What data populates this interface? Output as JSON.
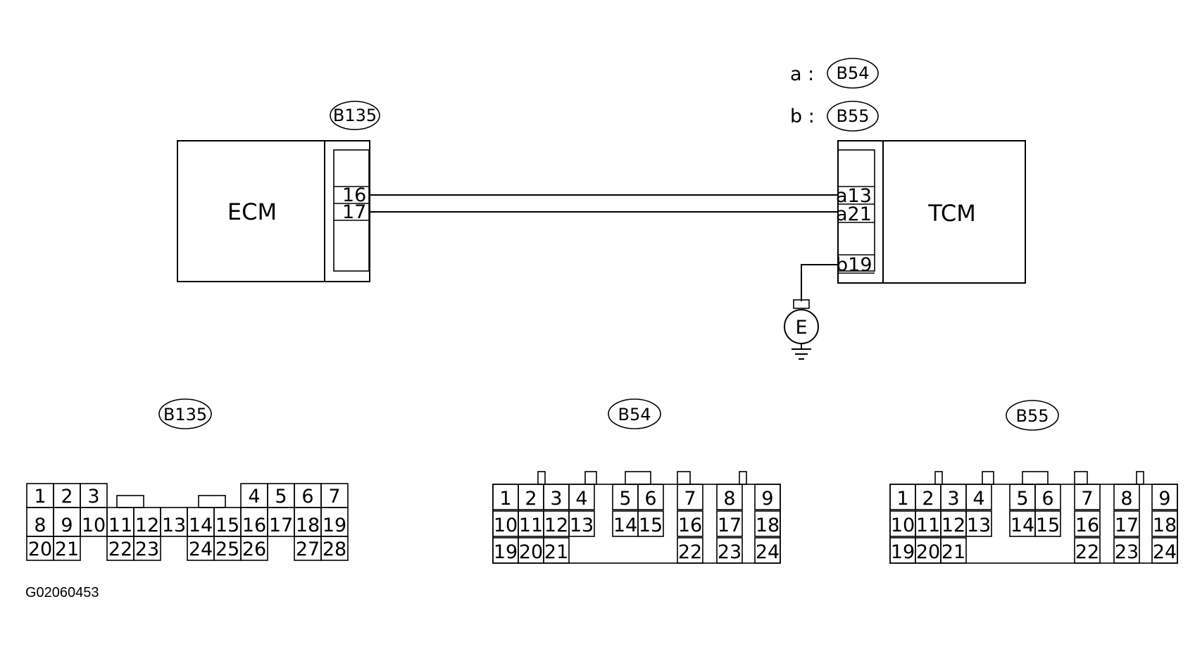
{
  "wiring": {
    "ecm_label": "ECM",
    "tcm_label": "TCM",
    "ecm_connector_tag": "B135",
    "tcm_tag_a_prefix": "a :",
    "tcm_tag_a": "B54",
    "tcm_tag_b_prefix": "b :",
    "tcm_tag_b": "B55",
    "ecm_pins": [
      "16",
      "17"
    ],
    "tcm_pins": [
      "a13",
      "a21",
      "b19"
    ],
    "ground_label": "E"
  },
  "connectors": [
    {
      "tag": "B135",
      "rows": [
        [
          "1",
          "2",
          "3",
          "4",
          "5",
          "6",
          "7"
        ],
        [
          "8",
          "9",
          "10",
          "11",
          "12",
          "13",
          "14",
          "15",
          "16",
          "17",
          "18",
          "19"
        ],
        [
          "20",
          "21",
          "22",
          "23",
          "24",
          "25",
          "26",
          "27",
          "28"
        ]
      ]
    },
    {
      "tag": "B54",
      "rows": [
        [
          "1",
          "2",
          "3",
          "4",
          "5",
          "6",
          "7",
          "8",
          "9"
        ],
        [
          "10",
          "11",
          "12",
          "13",
          "14",
          "15",
          "16",
          "17",
          "18"
        ],
        [
          "19",
          "20",
          "21",
          "22",
          "23",
          "24"
        ]
      ]
    },
    {
      "tag": "B55",
      "rows": [
        [
          "1",
          "2",
          "3",
          "4",
          "5",
          "6",
          "7",
          "8",
          "9"
        ],
        [
          "10",
          "11",
          "12",
          "13",
          "14",
          "15",
          "16",
          "17",
          "18"
        ],
        [
          "19",
          "20",
          "21",
          "22",
          "23",
          "24"
        ]
      ]
    }
  ],
  "figure_code": "G02060453"
}
